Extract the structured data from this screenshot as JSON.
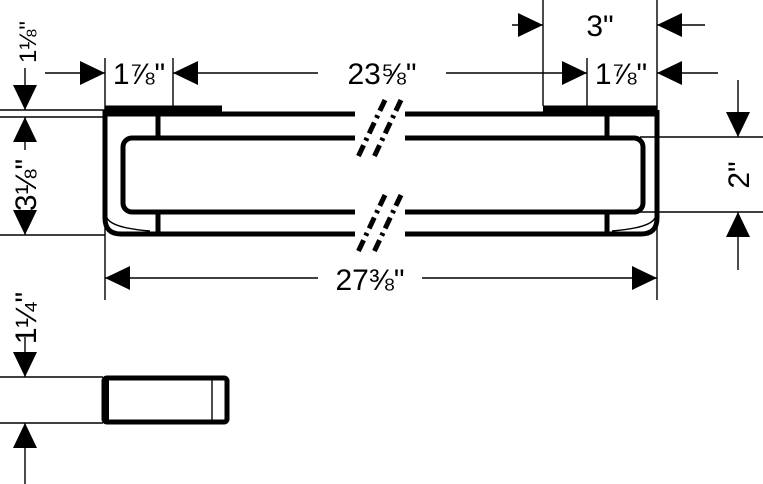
{
  "drawing": {
    "dimensions": {
      "top_overlap": "1⅛\"",
      "left_end_width": "1⅞\"",
      "center_span": "23⅝\"",
      "right_end_width": "1⅞\"",
      "right_mount_width": "3\"",
      "inner_height": "2\"",
      "overall_height": "3⅛\"",
      "overall_length": "27⅜\"",
      "profile_depth": "1¼\""
    },
    "colors": {
      "line": "#000000",
      "background": "#ffffff"
    }
  }
}
